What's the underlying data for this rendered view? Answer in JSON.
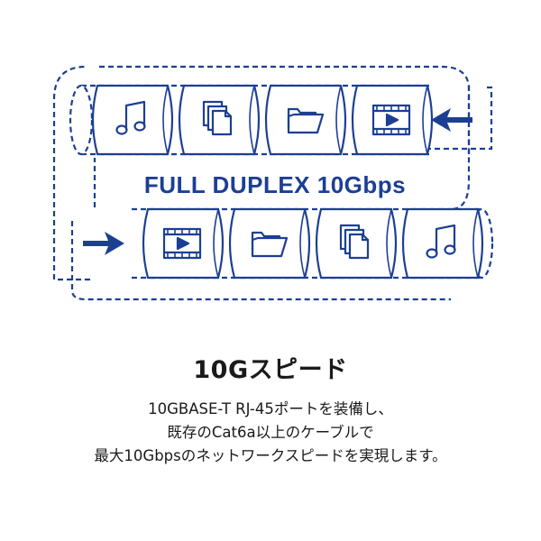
{
  "diagram": {
    "label": "FULL DUPLEX 10Gbps",
    "accent_color": "#1c3f94",
    "top_pipe_icons": [
      "music-icon",
      "documents-icon",
      "folder-icon",
      "video-icon"
    ],
    "bottom_pipe_icons": [
      "video-icon",
      "folder-icon",
      "documents-icon",
      "music-icon"
    ],
    "top_arrow_direction": "left",
    "bottom_arrow_direction": "right"
  },
  "heading": "10Gスピード",
  "body_lines": [
    "10GBASE-T RJ-45ポートを装備し、",
    "既存のCat6a以上のケーブルで",
    "最大10Gbpsのネットワークスピードを実現します。"
  ]
}
